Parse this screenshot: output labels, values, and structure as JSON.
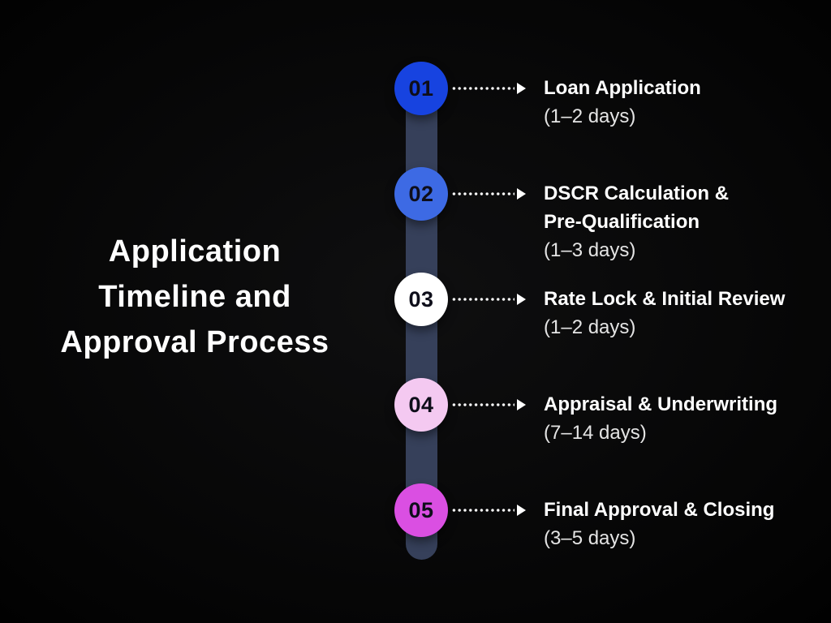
{
  "title": {
    "lines": [
      "Application",
      "Timeline and",
      "Approval Process"
    ]
  },
  "timeline": {
    "bar_color": "#36405a",
    "dot_color": "#ffffff"
  },
  "steps": [
    {
      "number": "01",
      "circle_color": "#1743e0",
      "label": "Loan Application",
      "duration": "(1–2 days)"
    },
    {
      "number": "02",
      "circle_color": "#3d6ae4",
      "label": "DSCR Calculation &\nPre-Qualification",
      "duration": "(1–3 days)"
    },
    {
      "number": "03",
      "circle_color": "#ffffff",
      "label": "Rate Lock & Initial Review",
      "duration": "(1–2 days)"
    },
    {
      "number": "04",
      "circle_color": "#f4c9f1",
      "label": "Appraisal & Underwriting",
      "duration": "(7–14 days)"
    },
    {
      "number": "05",
      "circle_color": "#da4fe2",
      "label": "Final Approval & Closing",
      "duration": "(3–5 days)"
    }
  ]
}
